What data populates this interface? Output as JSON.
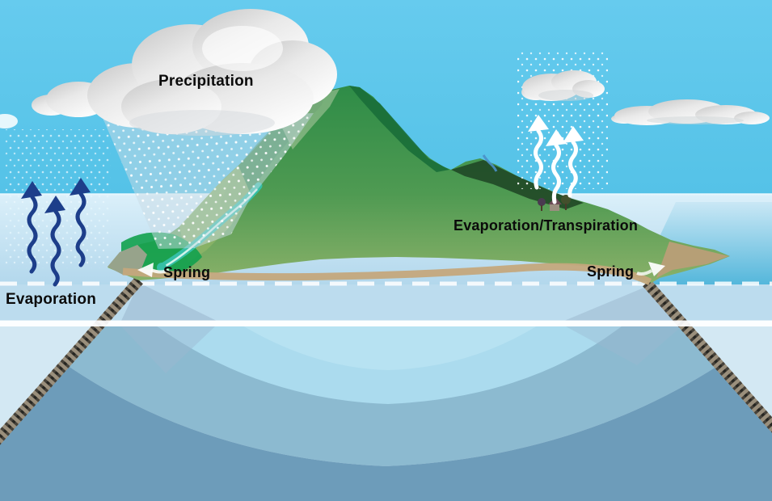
{
  "diagram": {
    "kind": "island-water-cycle-illustration",
    "labels": {
      "precipitation": "Precipitation",
      "evaporation_transpiration": "Evaporation/Transpiration",
      "evaporation": "Evaporation",
      "spring_left": "Spring",
      "spring_right": "Spring"
    },
    "icons": [
      "rain-cloud-icon",
      "small-cloud-icon",
      "flat-cloud-icon",
      "evaporation-wavy-arrow-icon",
      "transpiration-wavy-arrow-icon",
      "spring-outflow-arrow-icon",
      "rain-dots-icon",
      "saltwater-interface-hatch-icon"
    ],
    "colors": {
      "sky": "#5cc5e9",
      "sea_distant": "#d6edf8",
      "sea_surface": "#bcdcee",
      "sea_nearshore_right": "#53b7da",
      "freshwater_lens_light": "#abdbee",
      "transition_zone_medium": "#8cbad0",
      "saltwater_deep": "#6d9cba",
      "sea_level_dashed_line": "#ffffff",
      "water_table_band": "#ffffff",
      "island_green_dark": "#1d6f3a",
      "island_green": "#3f9350",
      "island_green_light": "#8fb468",
      "beach_tan": "#c4a87c",
      "cloud_gray": "#c8c8c8",
      "evaporation_arrow": "#1d3e8a",
      "transpiration_arrow": "#ffffff",
      "stream_teal": "#35bfa6",
      "interface_hatch": "#6f675a",
      "label_text": "#0b0b0b"
    }
  }
}
